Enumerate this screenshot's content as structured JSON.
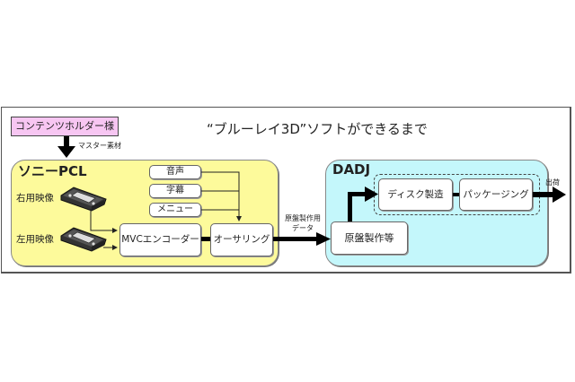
{
  "title": "“ブルーレイ3D”ソフトができるまで",
  "content_holder": {
    "label": "コンテンツホルダー様",
    "arrow_label": "マスター素材"
  },
  "sony_pcl": {
    "title": "ソニーPCL",
    "sources": [
      {
        "label": "右用映像",
        "icon": "videotape-icon"
      },
      {
        "label": "左用映像",
        "icon": "videotape-icon"
      }
    ],
    "assets": [
      "音声",
      "字幕",
      "メニュー"
    ],
    "encoder": "MVCエンコーダー",
    "authoring": "オーサリング"
  },
  "transfer_label": [
    "原盤製作用",
    "データ"
  ],
  "dadj": {
    "title": "DADJ",
    "mastering": "原盤製作等",
    "disc_manufacturing": "ディスク製造",
    "packaging": "パッケージング",
    "output_label": "出荷"
  },
  "colors": {
    "holder_fill": "#f7c6f2",
    "sony_fill": "#fdfa9b",
    "dadj_fill": "#c4f7fb"
  }
}
